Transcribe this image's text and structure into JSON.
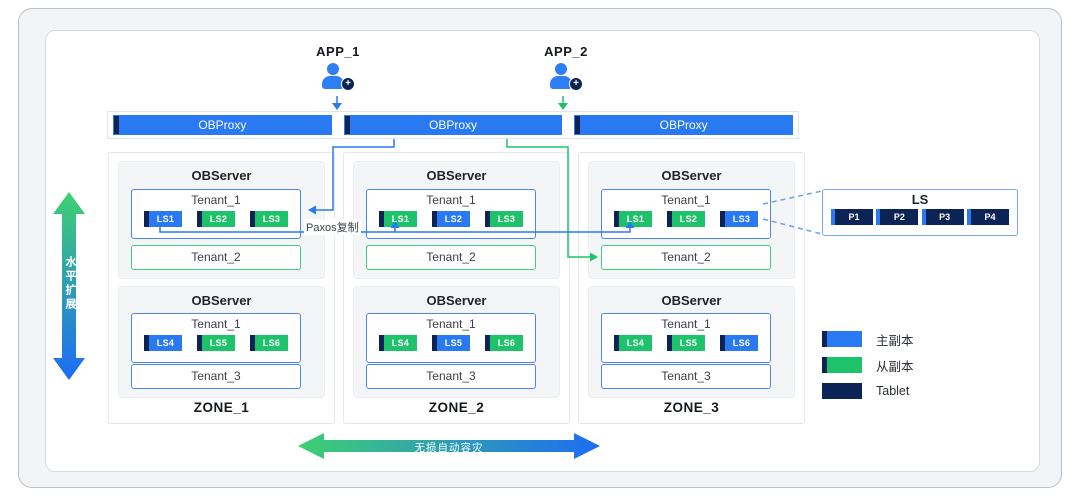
{
  "apps": [
    {
      "label": "APP_1"
    },
    {
      "label": "APP_2"
    }
  ],
  "icons": {
    "plus": "+"
  },
  "proxies": [
    "OBProxy",
    "OBProxy",
    "OBProxy"
  ],
  "zones": [
    {
      "name": "ZONE_1",
      "servers": [
        {
          "title": "OBServer",
          "tenant": {
            "label": "Tenant_1",
            "chips": [
              {
                "label": "LS1",
                "bg": "#2979F2"
              },
              {
                "label": "LS2",
                "bg": "#1EC26B"
              },
              {
                "label": "LS3",
                "bg": "#1EC26B"
              }
            ]
          },
          "extra": {
            "label": "Tenant_2",
            "border": "#3ECB81"
          }
        },
        {
          "title": "OBServer",
          "tenant": {
            "label": "Tenant_1",
            "chips": [
              {
                "label": "LS4",
                "bg": "#2979F2"
              },
              {
                "label": "LS5",
                "bg": "#1EC26B"
              },
              {
                "label": "LS6",
                "bg": "#1EC26B"
              }
            ]
          },
          "extra": {
            "label": "Tenant_3",
            "border": "#4C86F2"
          }
        }
      ]
    },
    {
      "name": "ZONE_2",
      "servers": [
        {
          "title": "OBServer",
          "tenant": {
            "label": "Tenant_1",
            "chips": [
              {
                "label": "LS1",
                "bg": "#1EC26B"
              },
              {
                "label": "LS2",
                "bg": "#2979F2"
              },
              {
                "label": "LS3",
                "bg": "#1EC26B"
              }
            ]
          },
          "extra": {
            "label": "Tenant_2",
            "border": "#3ECB81"
          }
        },
        {
          "title": "OBServer",
          "tenant": {
            "label": "Tenant_1",
            "chips": [
              {
                "label": "LS4",
                "bg": "#1EC26B"
              },
              {
                "label": "LS5",
                "bg": "#2979F2"
              },
              {
                "label": "LS6",
                "bg": "#1EC26B"
              }
            ]
          },
          "extra": {
            "label": "Tenant_3",
            "border": "#4C86F2"
          }
        }
      ]
    },
    {
      "name": "ZONE_3",
      "servers": [
        {
          "title": "OBServer",
          "tenant": {
            "label": "Tenant_1",
            "chips": [
              {
                "label": "LS1",
                "bg": "#1EC26B"
              },
              {
                "label": "LS2",
                "bg": "#1EC26B"
              },
              {
                "label": "LS3",
                "bg": "#2979F2"
              }
            ]
          },
          "extra": {
            "label": "Tenant_2",
            "border": "#3ECB81"
          }
        },
        {
          "title": "OBServer",
          "tenant": {
            "label": "Tenant_1",
            "chips": [
              {
                "label": "LS4",
                "bg": "#1EC26B"
              },
              {
                "label": "LS5",
                "bg": "#1EC26B"
              },
              {
                "label": "LS6",
                "bg": "#2979F2"
              }
            ]
          },
          "extra": {
            "label": "Tenant_3",
            "border": "#4C86F2"
          }
        }
      ]
    }
  ],
  "ls_panel": {
    "title": "LS",
    "chips": [
      {
        "label": "P1",
        "bg": "#0C2355"
      },
      {
        "label": "P2",
        "bg": "#0C2355"
      },
      {
        "label": "P3",
        "bg": "#0C2355"
      },
      {
        "label": "P4",
        "bg": "#0C2355"
      }
    ]
  },
  "legend": [
    {
      "label": "主副本",
      "bg": "#2979F2"
    },
    {
      "label": "从副本",
      "bg": "#1EC26B"
    },
    {
      "label": "Tablet",
      "bg": "#0C2355"
    }
  ],
  "annotations": {
    "paxos": "Paxos复制",
    "horizontal_scale": "水平扩展",
    "disaster_recovery": "无损自动容灾"
  },
  "colors": {
    "primary_blue": "#2979F2",
    "replica_green": "#1EC26B",
    "tablet_navy": "#0C2355",
    "gradient_green": "#3FD071",
    "gradient_blue": "#1E6BF5"
  }
}
